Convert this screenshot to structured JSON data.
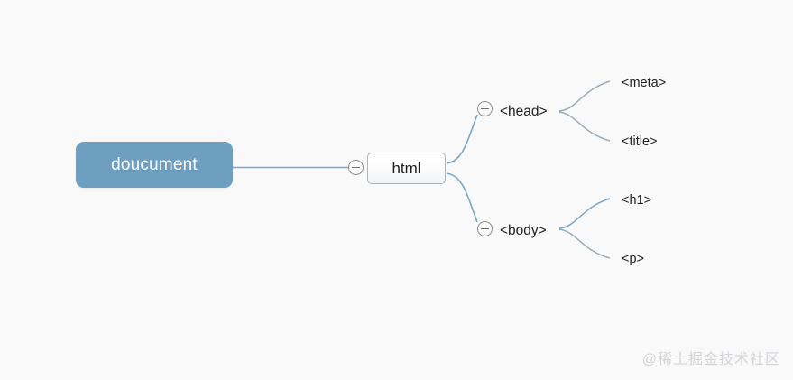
{
  "diagram": {
    "type": "mindmap",
    "background_color": "#f9f9fa",
    "root": {
      "label": "doucument",
      "fill_color": "#6f9fc0",
      "text_color": "#ffffff",
      "collapse_icon": "minus-circle-icon"
    },
    "level1": {
      "label": "html",
      "border_color": "#9dbcd4",
      "text_color": "#1c1c1c"
    },
    "branches": [
      {
        "label": "<head>",
        "collapse_icon": "minus-circle-icon",
        "children": [
          {
            "label": "<meta>"
          },
          {
            "label": "<title>"
          }
        ]
      },
      {
        "label": "<body>",
        "collapse_icon": "minus-circle-icon",
        "children": [
          {
            "label": "<h1>"
          },
          {
            "label": "<p>"
          }
        ]
      }
    ],
    "edge_color": "#7ba7c7",
    "edge_color_muted": "#9aacb5"
  },
  "watermark": {
    "text": "@稀土掘金技术社区",
    "color": "#d2d4d7"
  }
}
